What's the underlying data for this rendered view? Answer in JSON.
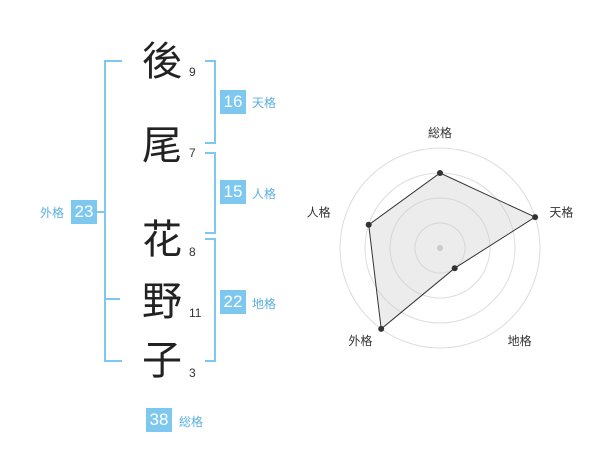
{
  "name_chars": [
    {
      "char": "後",
      "strokes": "9"
    },
    {
      "char": "尾",
      "strokes": "7"
    },
    {
      "char": "花",
      "strokes": "8"
    },
    {
      "char": "野",
      "strokes": "11"
    },
    {
      "char": "子",
      "strokes": "3"
    }
  ],
  "kaku": {
    "tenkaku": {
      "value": "16",
      "label": "天格"
    },
    "jinkaku": {
      "value": "15",
      "label": "人格"
    },
    "chikaku": {
      "value": "22",
      "label": "地格"
    },
    "gaikaku": {
      "value": "23",
      "label": "外格"
    },
    "soukaku": {
      "value": "38",
      "label": "総格"
    }
  },
  "colors": {
    "accent": "#7ec8ef",
    "label": "#5aaee0",
    "text": "#222222"
  },
  "chart_data": {
    "type": "radar",
    "axes": [
      "総格",
      "天格",
      "地格",
      "外格",
      "人格"
    ],
    "values": [
      0.75,
      1.0,
      0.25,
      1.0,
      0.75
    ],
    "range": [
      0,
      1
    ],
    "rings": 4
  }
}
